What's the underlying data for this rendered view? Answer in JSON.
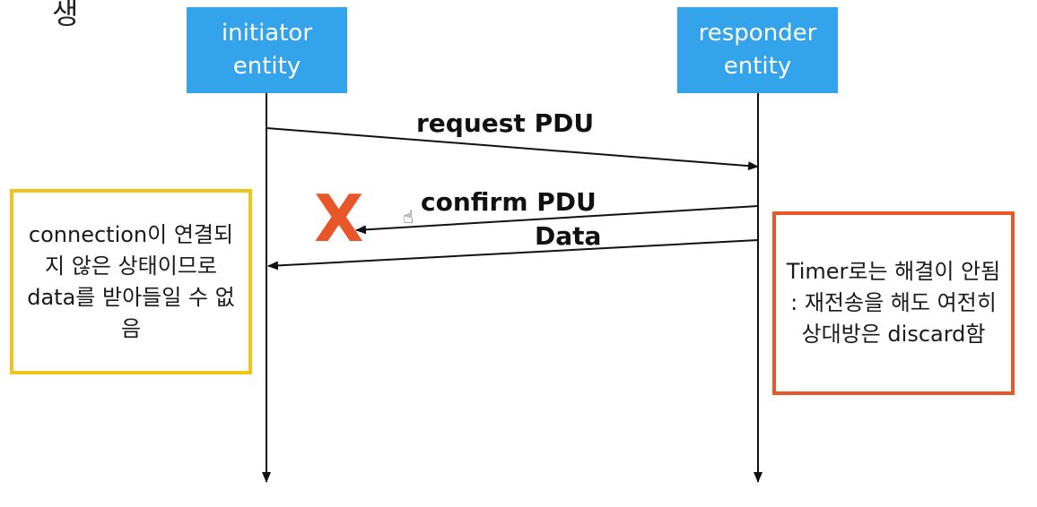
{
  "corner_text": "생",
  "entities": {
    "initiator": {
      "line1": "initiator",
      "line2": "entity"
    },
    "responder": {
      "line1": "responder",
      "line2": "entity"
    }
  },
  "messages": {
    "request": "request PDU",
    "confirm": "confirm PDU",
    "data": "Data"
  },
  "lost_marker": "X",
  "cursor_glyph": "☝",
  "notes": {
    "left": "connection이 연결되지 않은 상태이므로 data를 받아들일 수 없음",
    "right": "Timer로는 해결이 안됨 : 재전송을 해도 여전히 상대방은 discard함"
  },
  "colors": {
    "entity_fill": "#33a3ec",
    "note_left_border": "#f0c419",
    "note_right_border": "#e8562a",
    "lost_marker": "#e8562a"
  }
}
